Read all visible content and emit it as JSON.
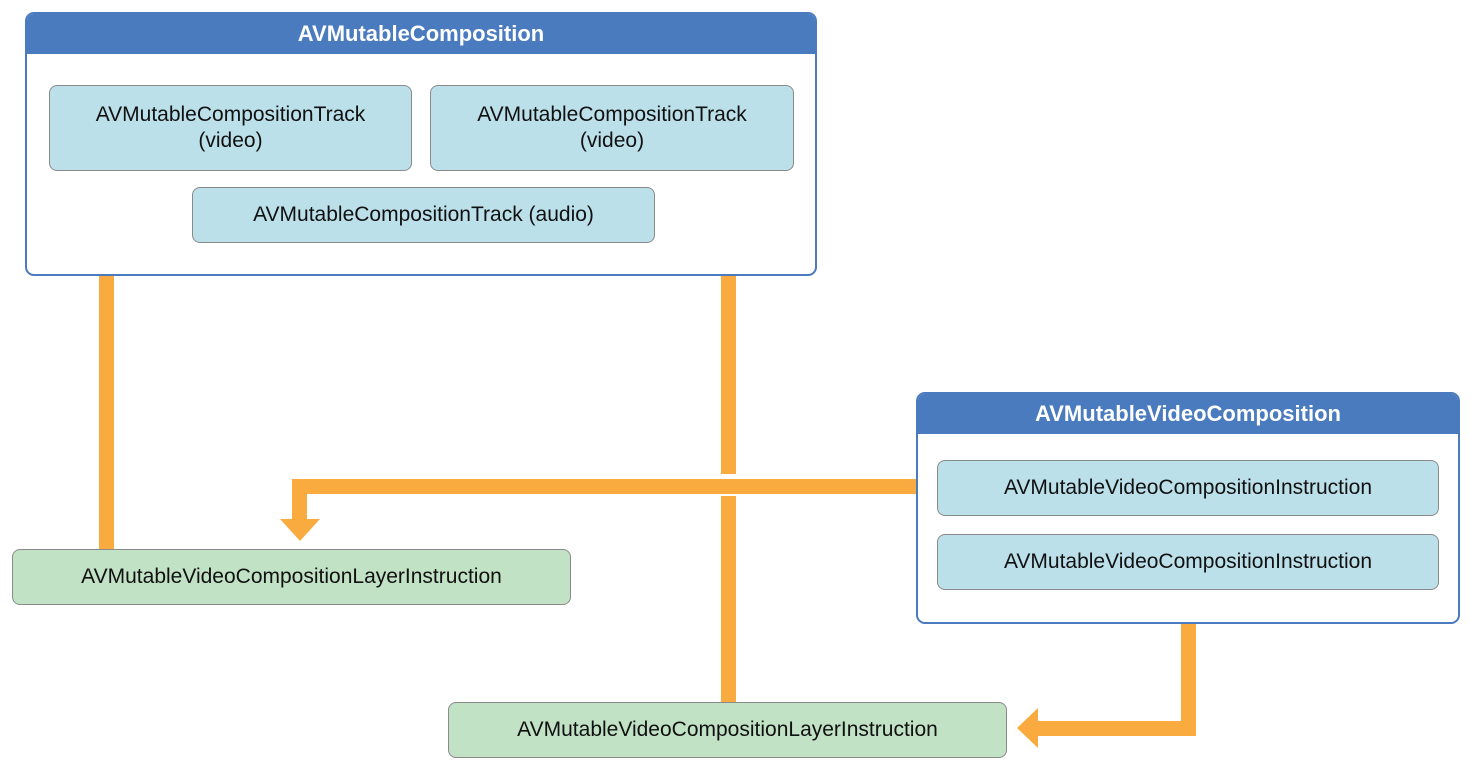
{
  "composition": {
    "title": "AVMutableComposition",
    "tracks": [
      {
        "line1": "AVMutableCompositionTrack",
        "line2": "(video)"
      },
      {
        "line1": "AVMutableCompositionTrack",
        "line2": "(video)"
      }
    ],
    "audio_track": "AVMutableCompositionTrack (audio)"
  },
  "video_composition": {
    "title": "AVMutableVideoComposition",
    "instructions": [
      "AVMutableVideoCompositionInstruction",
      "AVMutableVideoCompositionInstruction"
    ]
  },
  "layer_instructions": [
    "AVMutableVideoCompositionLayerInstruction",
    "AVMutableVideoCompositionLayerInstruction"
  ],
  "colors": {
    "container_border": "#4a7bbf",
    "header_fill": "#4a7bbf",
    "track_fill": "#bce0ea",
    "layer_fill": "#c2e2c6",
    "arrow": "#f9ab3f"
  }
}
